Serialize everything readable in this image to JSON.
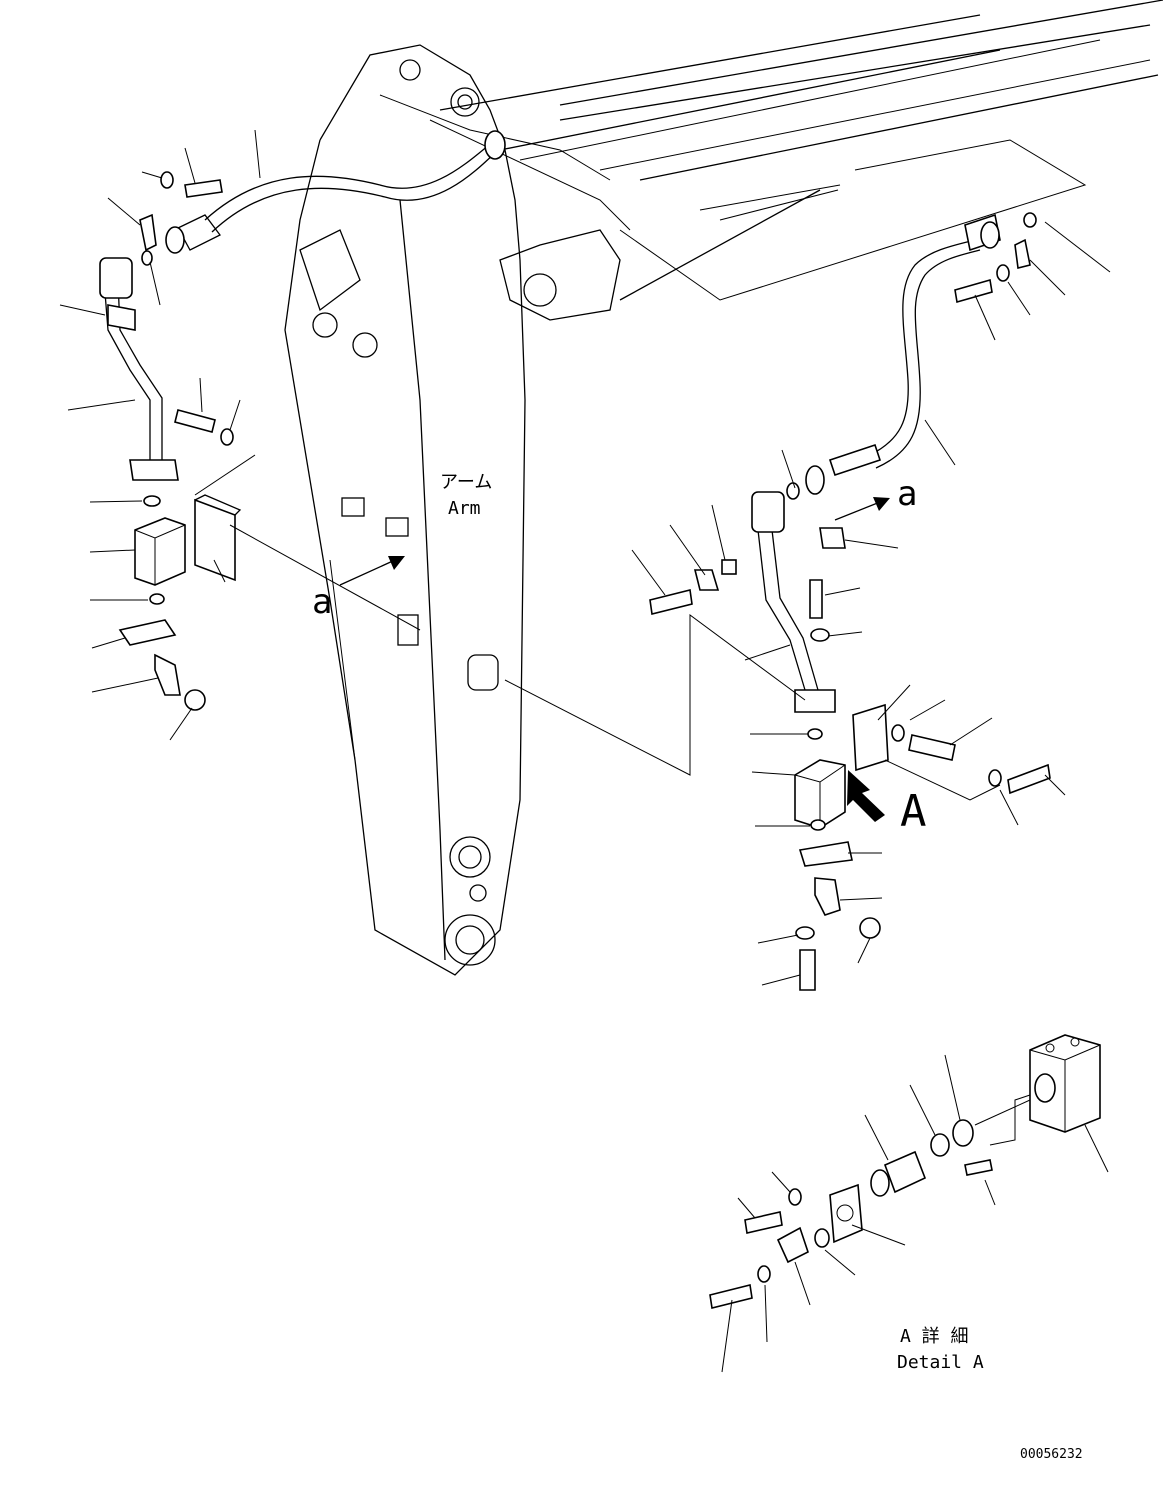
{
  "arm_label_jp": "アーム",
  "arm_label_en": "Arm",
  "view_marker_a_left": "a",
  "view_marker_a_right": "a",
  "view_marker_A": "A",
  "detail_label_jp": "A 詳 細",
  "detail_label_en": "Detail A",
  "drawing_number": "00056232",
  "colors": {
    "ink": "#000000",
    "paper": "#ffffff"
  }
}
